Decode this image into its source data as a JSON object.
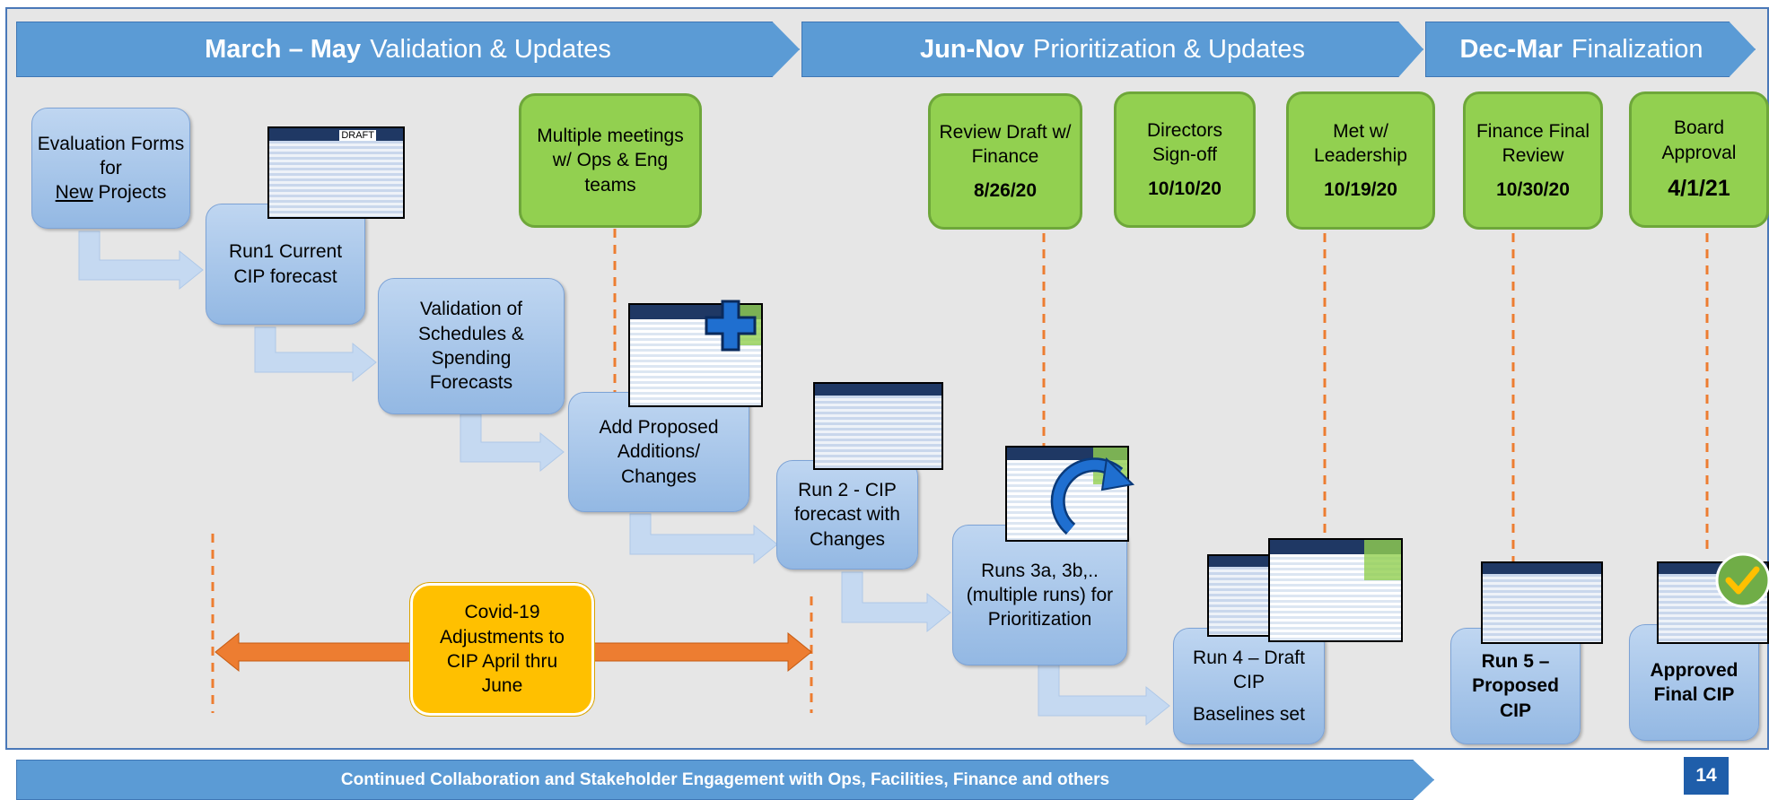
{
  "phases": [
    {
      "bold": "March – May",
      "text": "Validation & Updates"
    },
    {
      "bold": "Jun-Nov",
      "text": "Prioritization & Updates"
    },
    {
      "bold": "Dec-Mar",
      "text": "Finalization"
    }
  ],
  "steps": {
    "evaluation": {
      "pre": "Evaluation Forms for",
      "underline": "New",
      "post": "Projects"
    },
    "run1": "Run1 Current CIP forecast",
    "validation": "Validation of Schedules & Spending Forecasts",
    "add_proposed": "Add Proposed Additions/ Changes",
    "run2": "Run 2 - CIP forecast with Changes",
    "runs3": "Runs 3a, 3b,.. (multiple runs) for Prioritization",
    "run4": {
      "line1": "Run 4 – Draft CIP",
      "line2": "Baselines set"
    },
    "run5": "Run 5 – Proposed CIP",
    "approved": "Approved Final CIP"
  },
  "milestones": {
    "meetings": "Multiple meetings w/ Ops & Eng teams",
    "review": {
      "label": "Review Draft w/ Finance",
      "date": "8/26/20"
    },
    "directors": {
      "label": "Directors Sign-off",
      "date": "10/10/20"
    },
    "leadership": {
      "label": "Met w/ Leadership",
      "date": "10/19/20"
    },
    "finance": {
      "label": "Finance Final Review",
      "date": "10/30/20"
    },
    "board": {
      "label": "Board Approval",
      "date": "4/1/21"
    }
  },
  "covid": "Covid-19 Adjustments to CIP April thru June",
  "draft_label": "DRAFT",
  "bottom_banner": "Continued Collaboration and Stakeholder Engagement with Ops, Facilities, Finance and others",
  "page_number": "14",
  "colors": {
    "phase_blue": "#5b9bd5",
    "milestone_green": "#92d050",
    "covid_yellow": "#ffc000",
    "timeline_orange": "#ed7d31",
    "connector_blue": "#c5d9f1"
  }
}
